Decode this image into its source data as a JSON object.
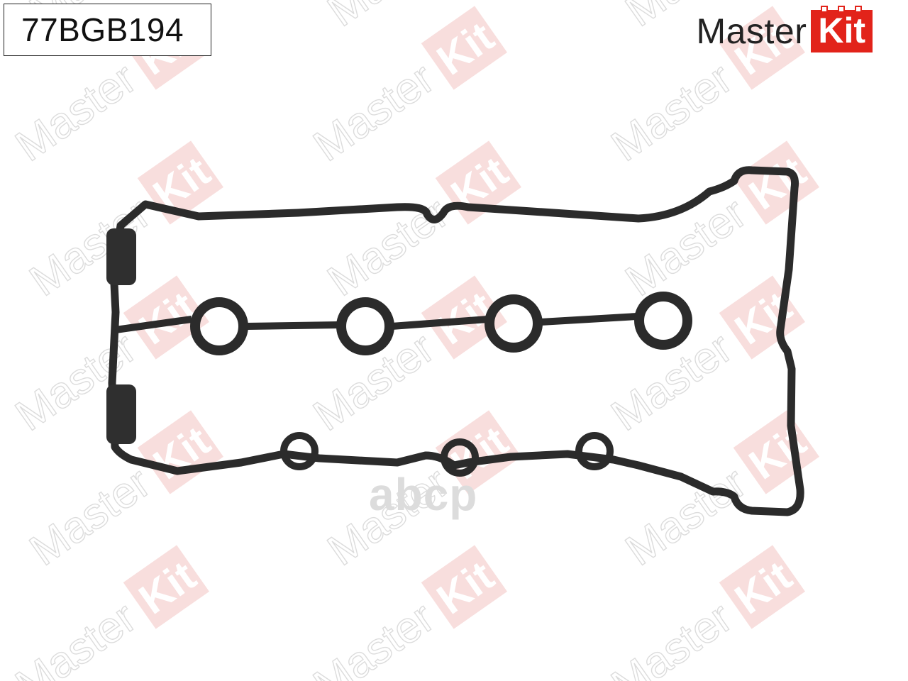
{
  "product": {
    "part_number": "77BGB194",
    "subject": "gasket-outline"
  },
  "brand": {
    "master": "Master",
    "kit": "Kit",
    "kit_color": "#e2231a",
    "text_color": "#222222"
  },
  "watermark": {
    "brand_text": "MasterKit",
    "store_text": "abcp",
    "text_color": "#dcdcdc",
    "tile_color": "#f6d6d4"
  },
  "gasket": {
    "color": "#2b2b2b",
    "fill": "#3a3a3a"
  }
}
